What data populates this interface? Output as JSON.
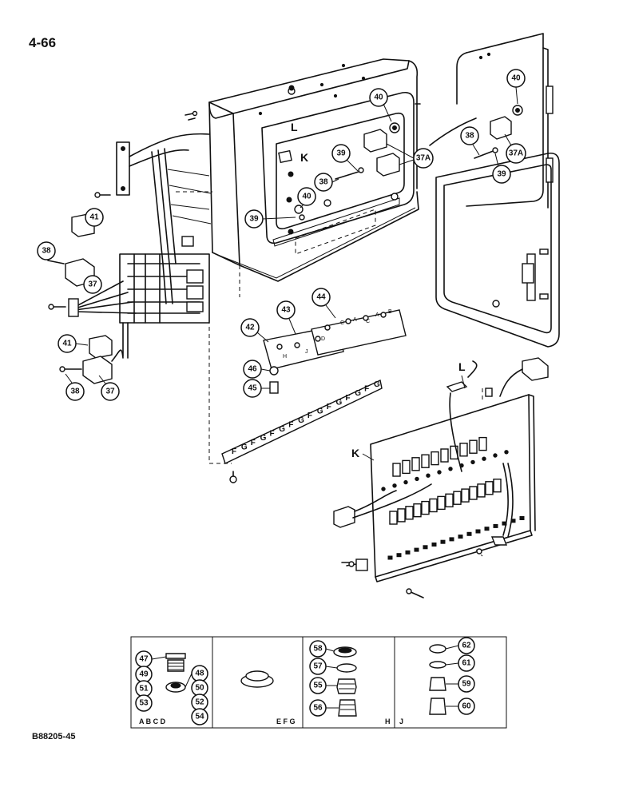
{
  "page_number": "4-66",
  "figure_code": "B88205-45",
  "letters": {
    "L": "L",
    "K": "K"
  },
  "callouts": {
    "c37": "37",
    "c37a": "37A",
    "c38": "38",
    "c39": "39",
    "c40": "40",
    "c41": "41",
    "c42": "42",
    "c43": "43",
    "c44": "44",
    "c45": "45",
    "c46": "46",
    "c47": "47",
    "c48": "48",
    "c49": "49",
    "c50": "50",
    "c51": "51",
    "c52": "52",
    "c53": "53",
    "c54": "54",
    "c55": "55",
    "c56": "56",
    "c57": "57",
    "c58": "58",
    "c59": "59",
    "c60": "60",
    "c61": "61",
    "c62": "62"
  },
  "terminal_strip_letters": [
    "F",
    "G",
    "F",
    "G",
    "F",
    "G",
    "F",
    "G",
    "F",
    "G",
    "F",
    "G",
    "F",
    "G",
    "F",
    "G"
  ],
  "board_letters": {
    "b43": [
      "H",
      "J",
      "D"
    ],
    "b44": [
      "C",
      "A",
      "C",
      "A",
      "B"
    ]
  },
  "inset_sections": [
    "A B C D",
    "E F G",
    "H",
    "J"
  ]
}
